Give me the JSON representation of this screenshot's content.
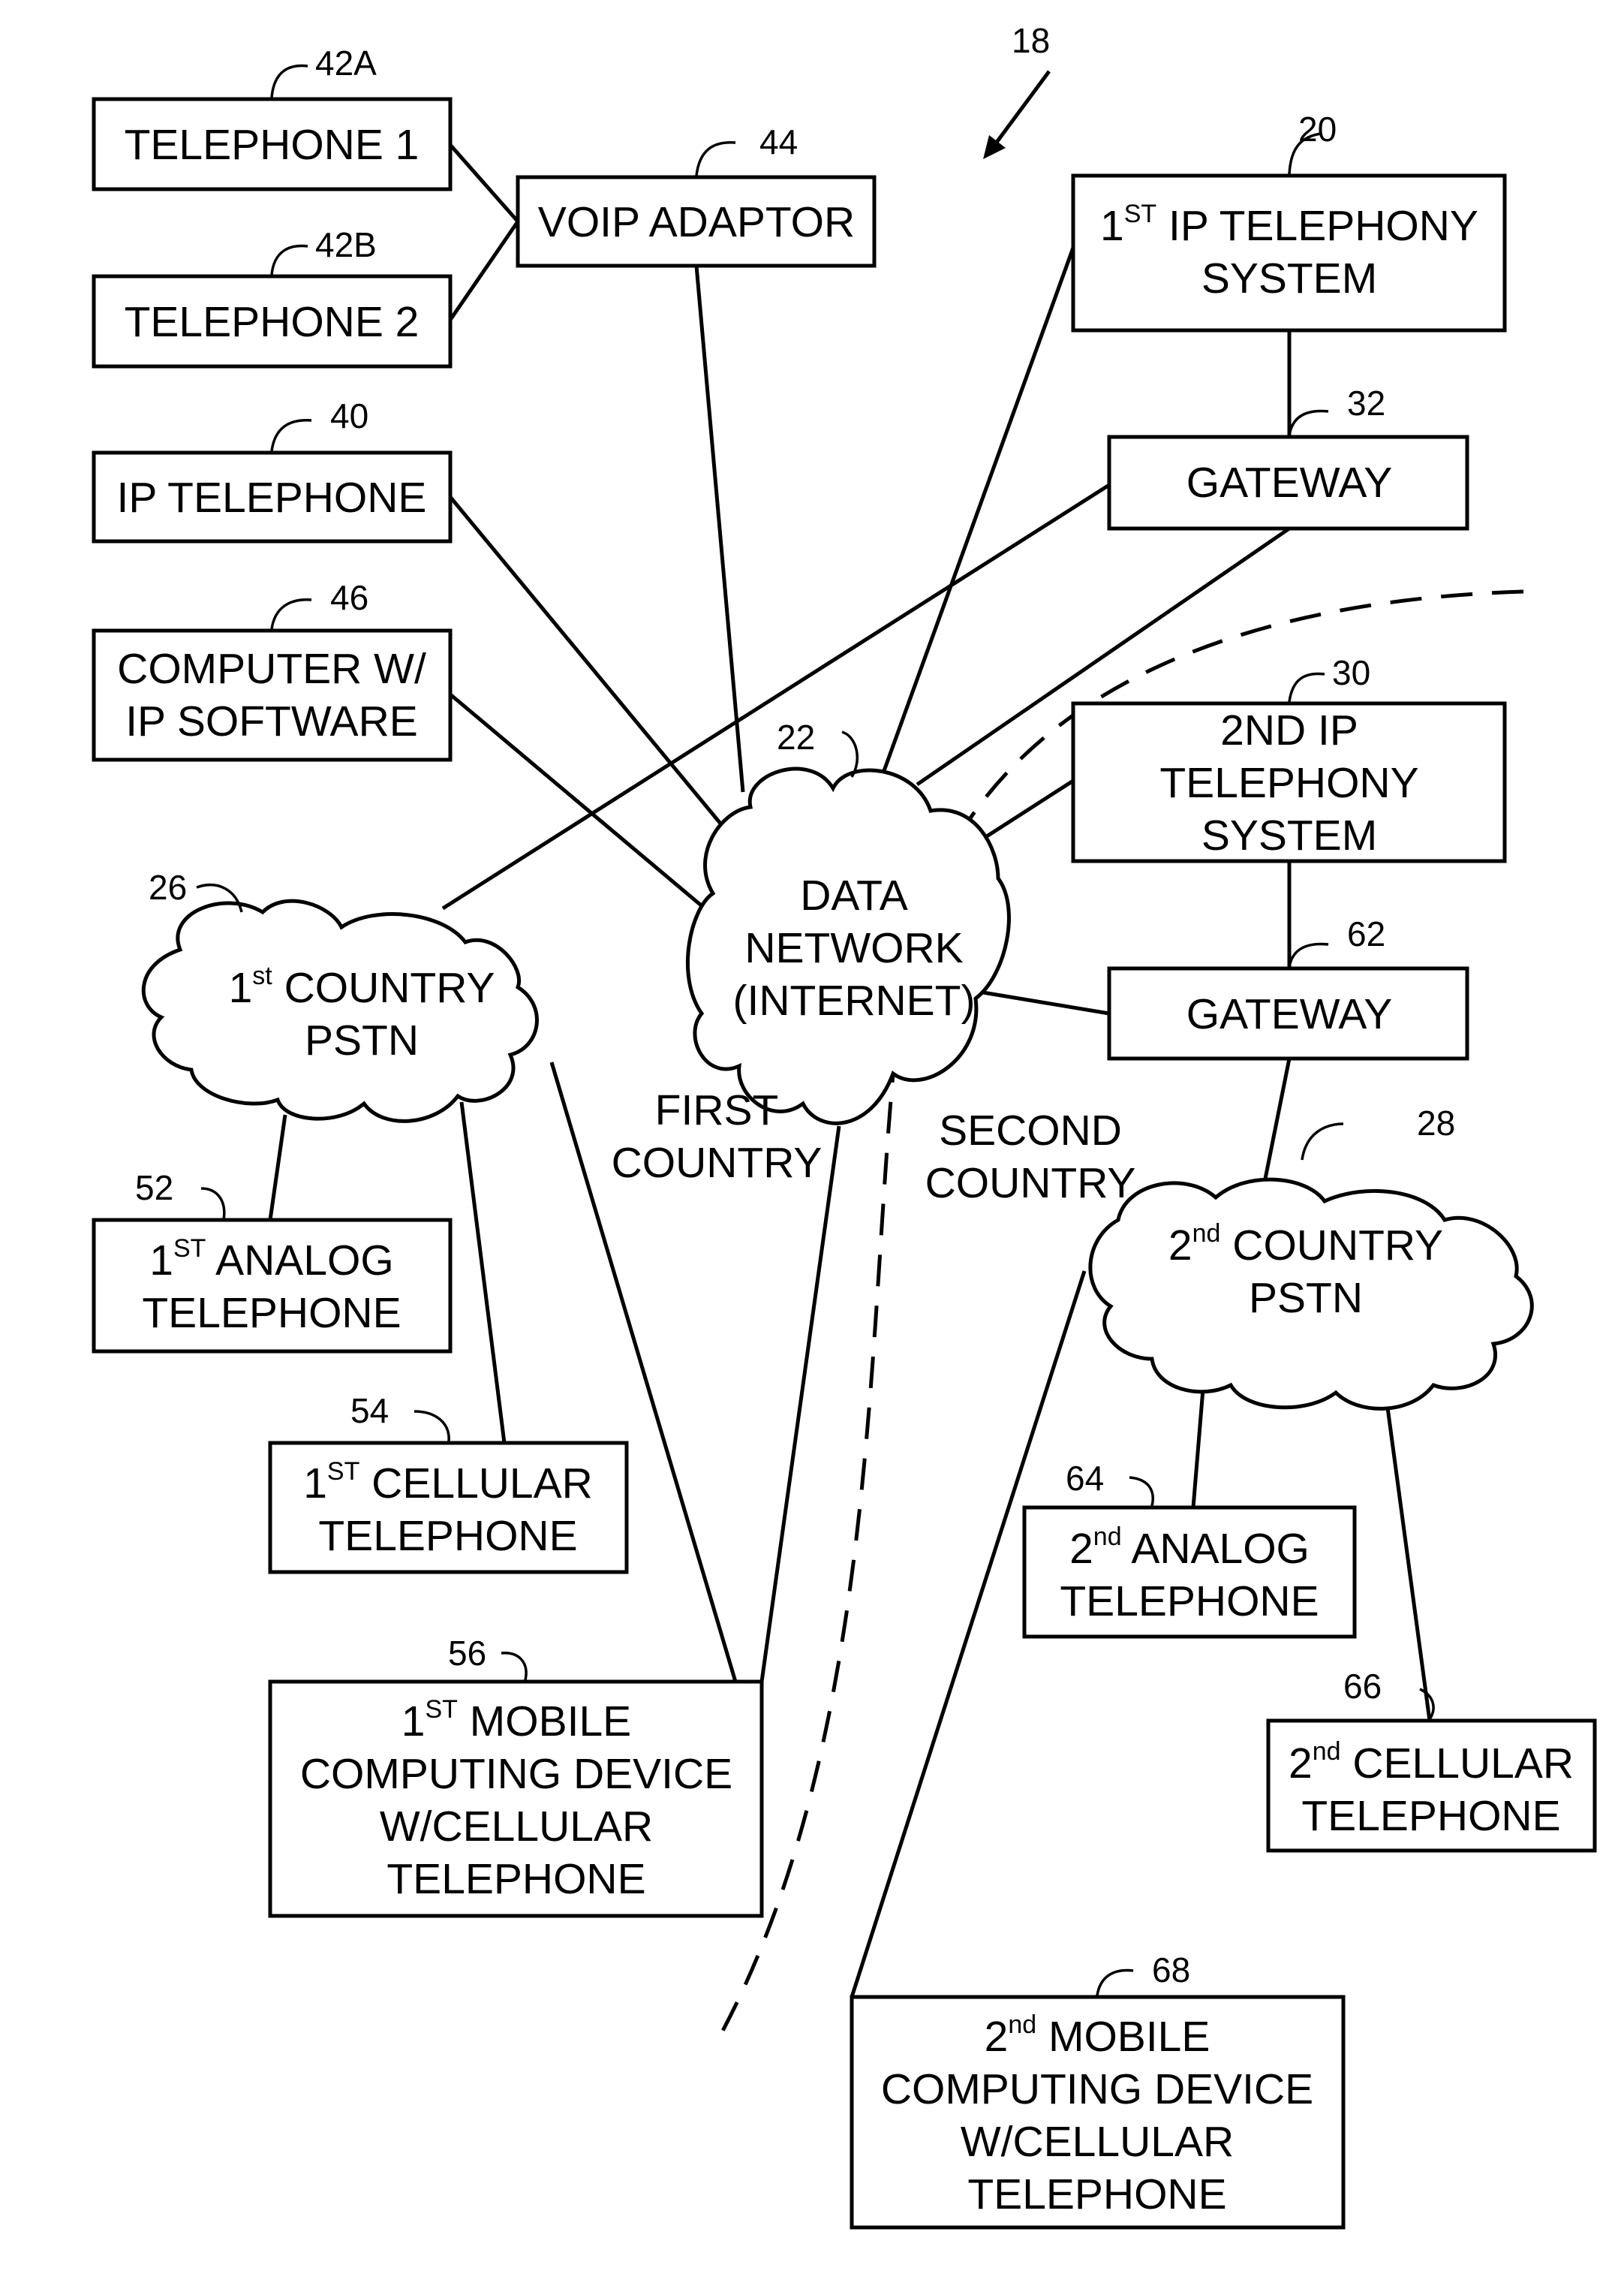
{
  "figure_ref": "18",
  "nodes": {
    "telephone1": {
      "ref": "42A",
      "lines": [
        "TELEPHONE 1"
      ]
    },
    "telephone2": {
      "ref": "42B",
      "lines": [
        "TELEPHONE 2"
      ]
    },
    "voip_adaptor": {
      "ref": "44",
      "lines": [
        "VOIP ADAPTOR"
      ]
    },
    "ip_telephony_1": {
      "ref": "20",
      "line1_pre": "1",
      "line1_sup": "ST",
      "line1_post": " IP TELEPHONY",
      "line2": "SYSTEM"
    },
    "gateway_1": {
      "ref": "32",
      "lines": [
        "GATEWAY"
      ]
    },
    "ip_telephone": {
      "ref": "40",
      "lines": [
        "IP TELEPHONE"
      ]
    },
    "computer": {
      "ref": "46",
      "lines": [
        "COMPUTER W/",
        "IP SOFTWARE"
      ]
    },
    "ip_telephony_2": {
      "ref": "30",
      "lines": [
        "2ND IP",
        "TELEPHONY",
        "SYSTEM"
      ]
    },
    "gateway_2": {
      "ref": "62",
      "lines": [
        "GATEWAY"
      ]
    },
    "data_network": {
      "ref": "22",
      "lines": [
        "DATA",
        "NETWORK",
        "(INTERNET)"
      ]
    },
    "pstn_1": {
      "ref": "26",
      "line1_pre": "1",
      "line1_sup": "st",
      "line1_post": " COUNTRY",
      "line2": "PSTN"
    },
    "pstn_2": {
      "ref": "28",
      "line1_pre": "2",
      "line1_sup": "nd",
      "line1_post": " COUNTRY",
      "line2": "PSTN"
    },
    "analog_1": {
      "ref": "52",
      "line1_pre": "1",
      "line1_sup": "ST",
      "line1_post": " ANALOG",
      "line2": "TELEPHONE"
    },
    "cellular_1": {
      "ref": "54",
      "line1_pre": "1",
      "line1_sup": "ST",
      "line1_post": " CELLULAR",
      "line2": "TELEPHONE"
    },
    "mobile_1": {
      "ref": "56",
      "line1_pre": "1",
      "line1_sup": "ST",
      "line1_post": " MOBILE",
      "line2": "COMPUTING DEVICE",
      "line3": "W/CELLULAR",
      "line4": "TELEPHONE"
    },
    "analog_2": {
      "ref": "64",
      "line1_pre": "2",
      "line1_sup": "nd",
      "line1_post": " ANALOG",
      "line2": "TELEPHONE"
    },
    "cellular_2": {
      "ref": "66",
      "line1_pre": "2",
      "line1_sup": "nd",
      "line1_post": " CELLULAR",
      "line2": "TELEPHONE"
    },
    "mobile_2": {
      "ref": "68",
      "line1_pre": "2",
      "line1_sup": "nd",
      "line1_post": " MOBILE",
      "line2": "COMPUTING DEVICE",
      "line3": "W/CELLULAR",
      "line4": "TELEPHONE"
    }
  },
  "regions": {
    "first_country": [
      "FIRST",
      "COUNTRY"
    ],
    "second_country": [
      "SECOND",
      "COUNTRY"
    ]
  }
}
